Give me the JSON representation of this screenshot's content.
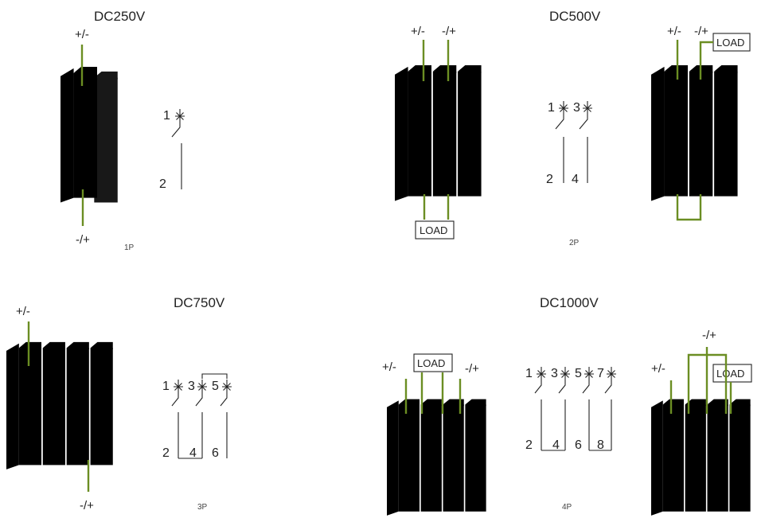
{
  "sections": {
    "p1": {
      "voltage": "DC250V",
      "poles": "1P",
      "top_terminal": "+/-",
      "bottom_terminal": "-/+",
      "contact_top": [
        "1"
      ],
      "contact_bottom": [
        "2"
      ]
    },
    "p2": {
      "voltage": "DC500V",
      "poles": "2P",
      "top_terminals": [
        "+/-",
        "-/+"
      ],
      "load": "LOAD",
      "right_top_terminals": [
        "+/-",
        "-/+"
      ],
      "right_load": "LOAD",
      "contact_top": [
        "1",
        "3"
      ],
      "contact_bottom": [
        "2",
        "4"
      ]
    },
    "p3": {
      "voltage": "DC750V",
      "poles": "3P",
      "top_terminal": "+/-",
      "bottom_terminal": "-/+",
      "contact_top": [
        "1",
        "3",
        "5"
      ],
      "contact_bottom": [
        "2",
        "4",
        "6"
      ]
    },
    "p4": {
      "voltage": "DC1000V",
      "poles": "4P",
      "left_terminals": [
        "+/-",
        "-/+"
      ],
      "load": "LOAD",
      "right_terminals": [
        "+/-",
        "-/+"
      ],
      "right_load": "LOAD",
      "contact_top": [
        "1",
        "3",
        "5",
        "7"
      ],
      "contact_bottom": [
        "2",
        "4",
        "6",
        "8"
      ]
    }
  },
  "colors": {
    "wire": "#6b8e23",
    "ink": "#222222"
  }
}
